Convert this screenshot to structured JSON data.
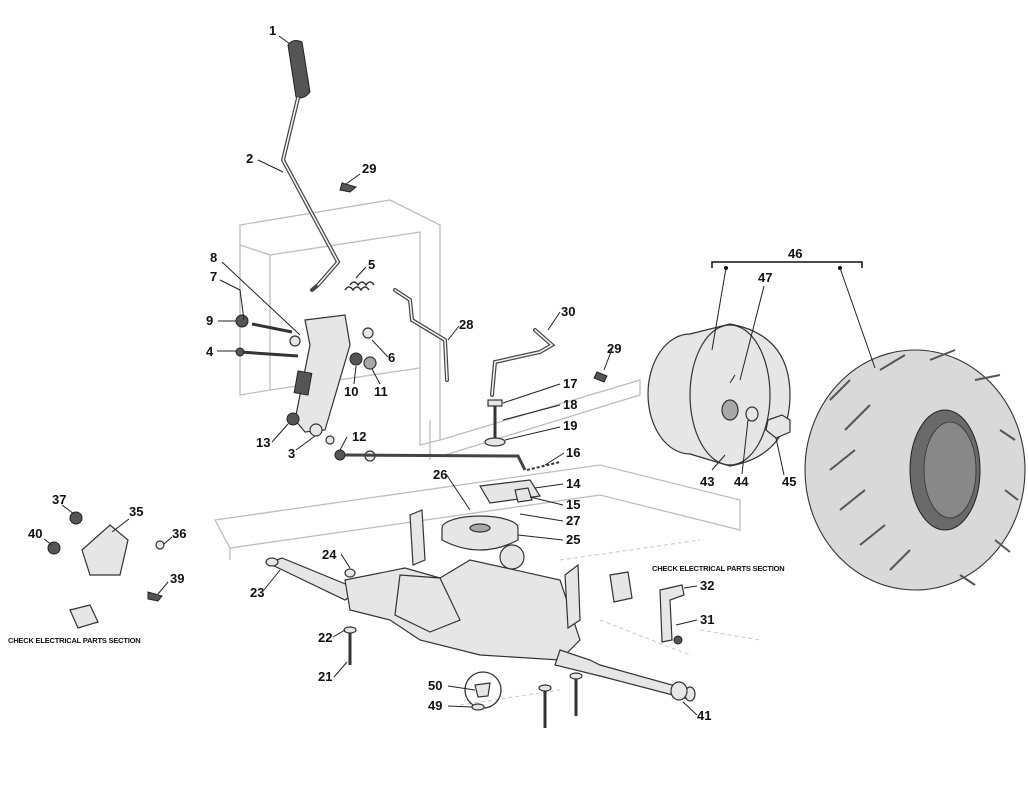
{
  "callouts": {
    "n1": "1",
    "n2": "2",
    "n3": "3",
    "n4": "4",
    "n5": "5",
    "n6": "6",
    "n7": "7",
    "n8": "8",
    "n9": "9",
    "n10": "10",
    "n11": "11",
    "n12": "12",
    "n13": "13",
    "n14": "14",
    "n15": "15",
    "n16": "16",
    "n17": "17",
    "n18": "18",
    "n19": "19",
    "n21": "21",
    "n22": "22",
    "n23": "23",
    "n24": "24",
    "n25": "25",
    "n26": "26",
    "n27": "27",
    "n28": "28",
    "n29a": "29",
    "n29b": "29",
    "n30": "30",
    "n31": "31",
    "n32": "32",
    "n35": "35",
    "n36": "36",
    "n37": "37",
    "n39": "39",
    "n40": "40",
    "n41": "41",
    "n43": "43",
    "n44": "44",
    "n45": "45",
    "n46": "46",
    "n47": "47",
    "n49": "49",
    "n50": "50"
  },
  "notes": {
    "electrical_right": "CHECK ELECTRICAL PARTS SECTION",
    "electrical_left": "CHECK ELECTRICAL PARTS SECTION"
  },
  "colors": {
    "line": "#222222",
    "frame": "#bdbdbd",
    "part_fill": "#e6e6e6",
    "dark_part": "#555555"
  }
}
